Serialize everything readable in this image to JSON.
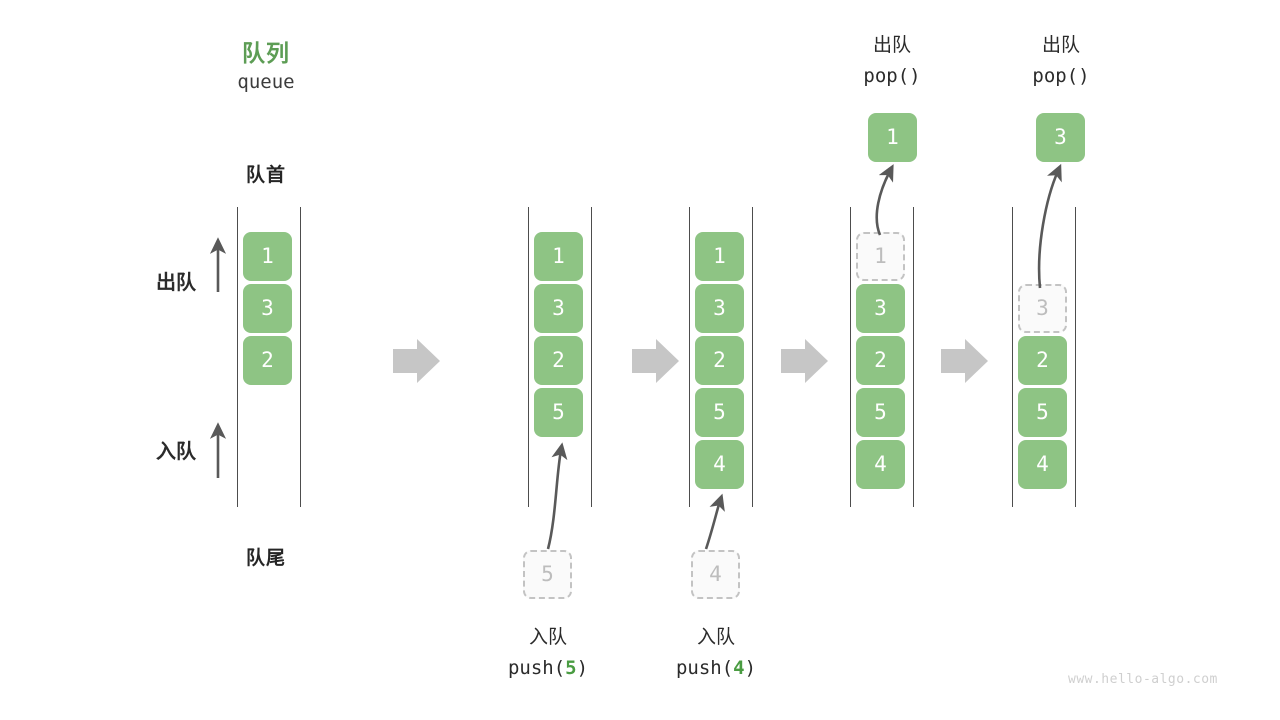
{
  "meta": {
    "watermark": "www.hello-algo.com",
    "accent_green": "#5d9d55",
    "cell_green": "#8ec484",
    "ghost_grey": "#bdbdbd",
    "arrow_grey": "#c6c6c6",
    "rail_grey": "#4d4d4d"
  },
  "header": {
    "title_cn": "队列",
    "title_en": "queue"
  },
  "side_labels": {
    "front": "队首",
    "rear": "队尾",
    "dequeue": "出队",
    "enqueue": "入队"
  },
  "panels": [
    {
      "id": "panel-initial",
      "cells": [
        {
          "value": "1",
          "state": "filled"
        },
        {
          "value": "3",
          "state": "filled"
        },
        {
          "value": "2",
          "state": "filled"
        }
      ],
      "incoming": null,
      "outgoing": null,
      "caption_cn": "",
      "caption_code_prefix": "",
      "caption_code_num": "",
      "caption_code_suffix": ""
    },
    {
      "id": "panel-push-5",
      "cells": [
        {
          "value": "1",
          "state": "filled"
        },
        {
          "value": "3",
          "state": "filled"
        },
        {
          "value": "2",
          "state": "filled"
        },
        {
          "value": "5",
          "state": "filled"
        }
      ],
      "incoming": {
        "value": "5",
        "state": "ghost"
      },
      "outgoing": null,
      "caption_cn": "入队",
      "caption_code_prefix": "push(",
      "caption_code_num": "5",
      "caption_code_suffix": ")"
    },
    {
      "id": "panel-push-4",
      "cells": [
        {
          "value": "1",
          "state": "filled"
        },
        {
          "value": "3",
          "state": "filled"
        },
        {
          "value": "2",
          "state": "filled"
        },
        {
          "value": "5",
          "state": "filled"
        },
        {
          "value": "4",
          "state": "filled"
        }
      ],
      "incoming": {
        "value": "4",
        "state": "ghost"
      },
      "outgoing": null,
      "caption_cn": "入队",
      "caption_code_prefix": "push(",
      "caption_code_num": "4",
      "caption_code_suffix": ")"
    },
    {
      "id": "panel-pop-1",
      "cells": [
        {
          "value": "1",
          "state": "ghost"
        },
        {
          "value": "3",
          "state": "filled"
        },
        {
          "value": "2",
          "state": "filled"
        },
        {
          "value": "5",
          "state": "filled"
        },
        {
          "value": "4",
          "state": "filled"
        }
      ],
      "incoming": null,
      "outgoing": {
        "value": "1",
        "state": "filled"
      },
      "header_cn": "出队",
      "header_code": "pop()"
    },
    {
      "id": "panel-pop-3",
      "cells": [
        {
          "value": "",
          "state": "empty"
        },
        {
          "value": "3",
          "state": "ghost"
        },
        {
          "value": "2",
          "state": "filled"
        },
        {
          "value": "5",
          "state": "filled"
        },
        {
          "value": "4",
          "state": "filled"
        }
      ],
      "incoming": null,
      "outgoing": {
        "value": "3",
        "state": "filled"
      },
      "header_cn": "出队",
      "header_code": "pop()"
    }
  ],
  "transitions": [
    {
      "name": "transition-arrow-1"
    },
    {
      "name": "transition-arrow-2"
    },
    {
      "name": "transition-arrow-3"
    },
    {
      "name": "transition-arrow-4"
    }
  ]
}
